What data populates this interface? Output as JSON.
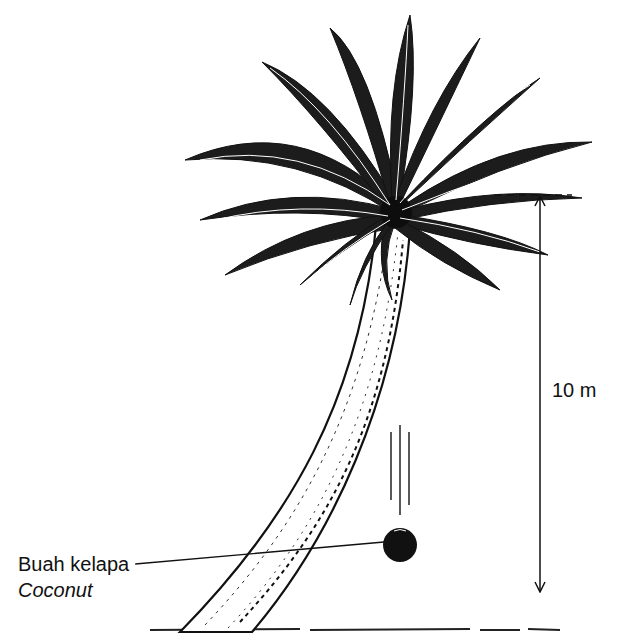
{
  "diagram": {
    "labels": [
      "Buah kelapa",
      "Coconut",
      "10 m"
    ]
  }
}
